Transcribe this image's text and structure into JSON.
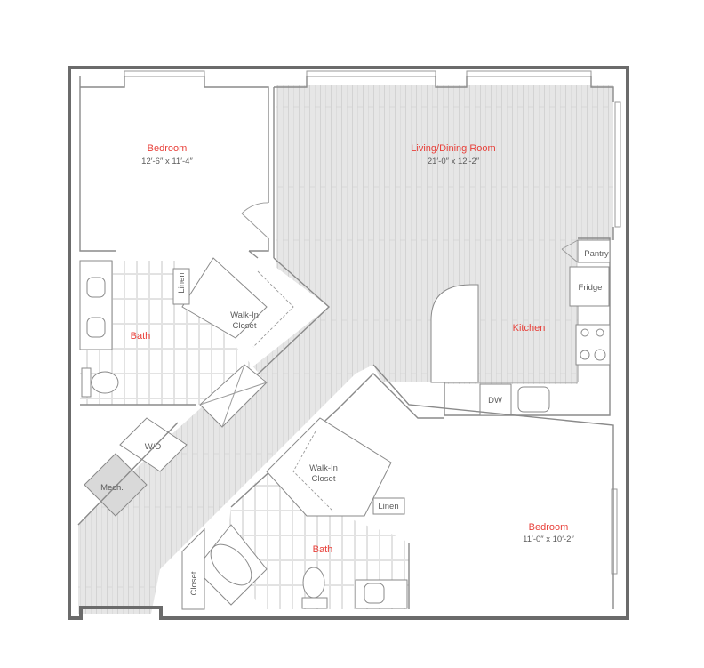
{
  "floorplan": {
    "colors": {
      "room_label": "#e8403a",
      "text": "#5c5c5c",
      "outer_wall": "#6b6b6b",
      "inner_wall": "#8a8a8a",
      "wood_floor": "#e6e6e6",
      "tile_floor": "#ffffff",
      "mech_fill": "#d9d9d9"
    },
    "rooms": {
      "bedroom1": {
        "name": "Bedroom",
        "dims": "12′-6″ x 11′-4″"
      },
      "living": {
        "name": "Living/Dining Room",
        "dims": "21′-0″ x 12′-2″"
      },
      "kitchen": {
        "name": "Kitchen"
      },
      "bath1": {
        "name": "Bath"
      },
      "bath2": {
        "name": "Bath"
      },
      "bedroom2": {
        "name": "Bedroom",
        "dims": "11′-0″ x 10′-2″"
      }
    },
    "fixtures": {
      "pantry": "Pantry",
      "fridge": "Fridge",
      "dw": "DW",
      "linen1": "Linen",
      "linen2": "Linen",
      "walkin1_line1": "Walk-In",
      "walkin1_line2": "Closet",
      "walkin2_line1": "Walk-In",
      "walkin2_line2": "Closet",
      "wd": "W/D",
      "mech": "Mech.",
      "closet": "Closet"
    }
  }
}
